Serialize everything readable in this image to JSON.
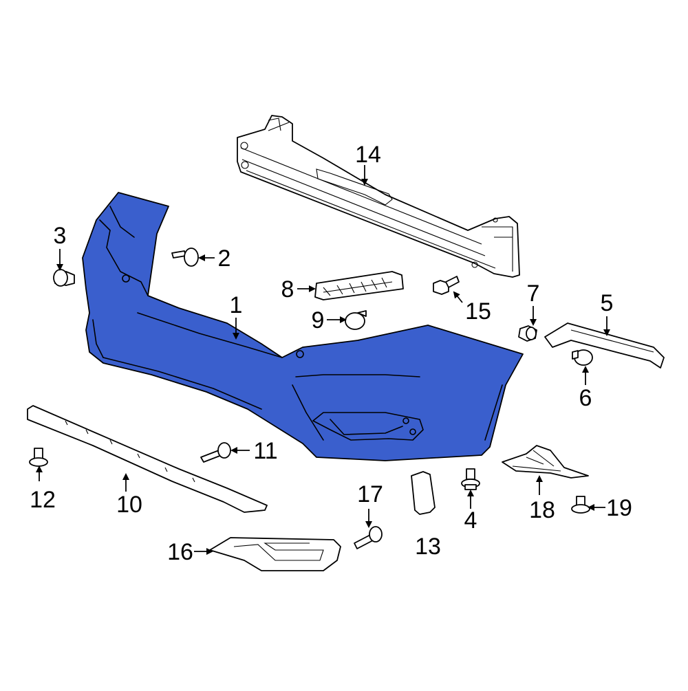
{
  "diagram": {
    "highlight_color": "#3a5fcd",
    "callouts": [
      {
        "id": "c1",
        "label": "1"
      },
      {
        "id": "c2",
        "label": "2"
      },
      {
        "id": "c3",
        "label": "3"
      },
      {
        "id": "c4",
        "label": "4"
      },
      {
        "id": "c5",
        "label": "5"
      },
      {
        "id": "c6",
        "label": "6"
      },
      {
        "id": "c7",
        "label": "7"
      },
      {
        "id": "c8",
        "label": "8"
      },
      {
        "id": "c9",
        "label": "9"
      },
      {
        "id": "c10",
        "label": "10"
      },
      {
        "id": "c11",
        "label": "11"
      },
      {
        "id": "c12",
        "label": "12"
      },
      {
        "id": "c13",
        "label": "13"
      },
      {
        "id": "c14",
        "label": "14"
      },
      {
        "id": "c15",
        "label": "15"
      },
      {
        "id": "c16",
        "label": "16"
      },
      {
        "id": "c17",
        "label": "17"
      },
      {
        "id": "c18",
        "label": "18"
      },
      {
        "id": "c19",
        "label": "19"
      }
    ]
  }
}
